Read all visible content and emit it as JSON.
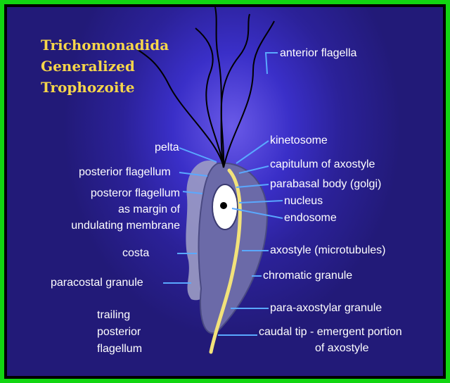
{
  "title": [
    "Trichomonadida",
    "Generalized",
    "Trophozoite"
  ],
  "labels": {
    "anterior_flagella": "anterior flagella",
    "kinetosome": "kinetosome",
    "pelta": "pelta",
    "capitulum": "capitulum of axostyle",
    "posterior_flagellum": "posterior flagellum",
    "parabasal_body": "parabasal body (golgi)",
    "nucleus": "nucleus",
    "posteror_margin_1": "posteror flagellum",
    "posteror_margin_2": "as margin of",
    "posteror_margin_3": "undulating membrane",
    "endosome": "endosome",
    "costa": "costa",
    "axostyle": "axostyle (microtubules)",
    "chromatic_granule": "chromatic granule",
    "paracostal_granule": "paracostal granule",
    "para_axostylar": "para-axostylar granule",
    "trailing_1": "trailing",
    "trailing_2": "posterior",
    "trailing_3": "flagellum",
    "caudal_1": "caudal tip - emergent portion",
    "caudal_2": "of axostyle"
  },
  "colors": {
    "frame": "#12d612",
    "title": "#f6d64a",
    "label": "#ffffff",
    "leader": "#5aa8ff",
    "axostyle": "#f2e27a",
    "body": "#6b6aa8"
  }
}
